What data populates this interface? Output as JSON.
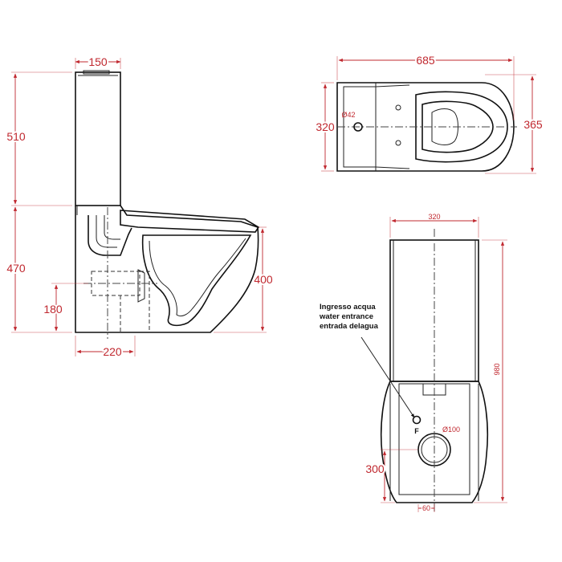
{
  "side_view": {
    "dim_tank_depth": "150",
    "dim_tank_height": "510",
    "dim_bowl_height": "470",
    "dim_inlet_height": "180",
    "dim_outlet_offset": "220",
    "dim_rim_height": "400"
  },
  "top_view": {
    "dim_length": "685",
    "dim_tank_width": "320",
    "dim_bowl_width": "365",
    "dim_tank_hole": "Ø42"
  },
  "back_view": {
    "dim_width": "320",
    "dim_total_height": "980",
    "dim_outlet_diameter": "Ø100",
    "dim_outlet_height": "300",
    "dim_offset": "60",
    "inlet_mark": "F",
    "note_lines": [
      "Ingresso acqua",
      "water entrance",
      "entrada delagua"
    ]
  }
}
